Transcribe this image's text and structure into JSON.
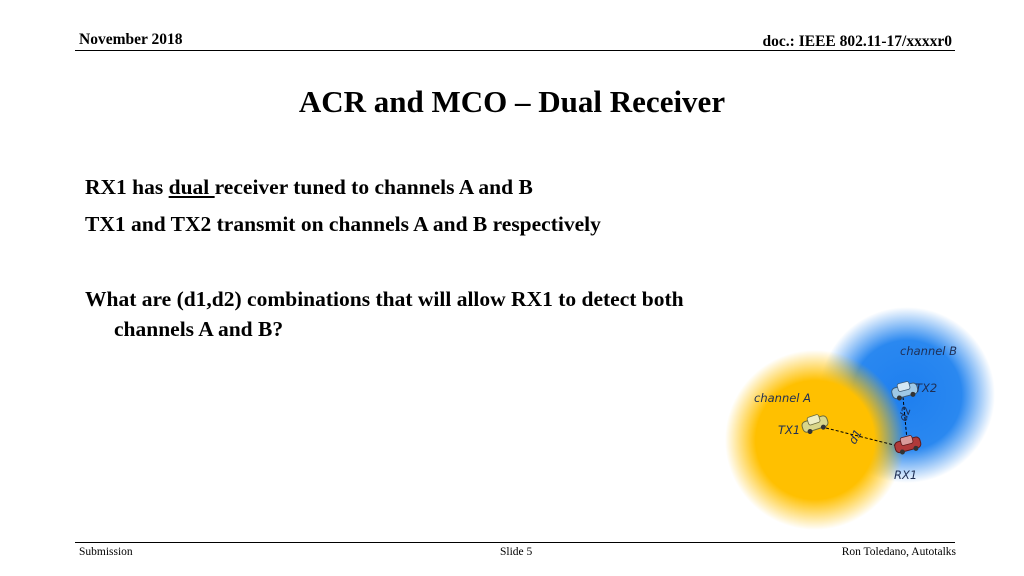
{
  "header": {
    "date": "November 2018",
    "doc_id": "doc.: IEEE 802.11-17/xxxxr0"
  },
  "title": "ACR and MCO – Dual Receiver",
  "body": {
    "line1_before": "RX1 has ",
    "line1_underlined": "dual ",
    "line1_after": "receiver tuned to channels A and B",
    "line2": "TX1 and TX2 transmit on channels A and B respectively",
    "question_line1": "What are (d1,d2) combinations that will allow RX1 to detect both",
    "question_line2": "channels A and B?"
  },
  "diagram": {
    "channel_a_label": "channel A",
    "channel_b_label": "channel B",
    "tx1_label": "TX1",
    "tx2_label": "TX2",
    "rx1_label": "RX1",
    "d1_label": "d1",
    "d2_label": "d2",
    "colors": {
      "channel_a": "#ffc000",
      "channel_b": "#1e7fef",
      "tx1_car": "#d9d68a",
      "tx2_car": "#9ec8e6",
      "rx1_car": "#b03a3a"
    }
  },
  "footer": {
    "left": "Submission",
    "center": "Slide 5",
    "right": "Ron Toledano, Autotalks"
  }
}
